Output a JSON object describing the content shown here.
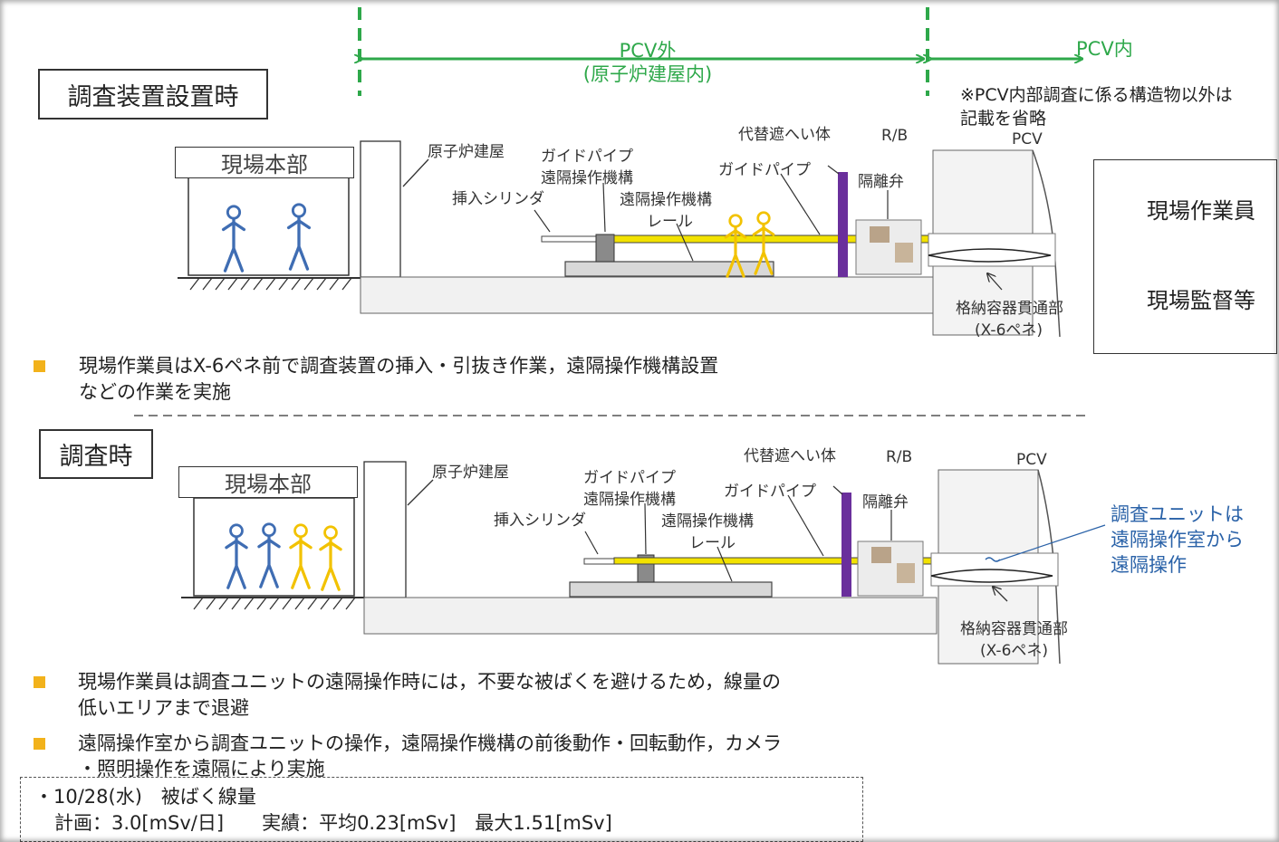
{
  "zones": {
    "outside_label": "PCV外",
    "outside_sub": "(原子炉建屋内)",
    "inside_label": "PCV内",
    "note_line1": "※PCV内部調査に係る構造物以外は",
    "note_line2": "記載を省略"
  },
  "panel1": {
    "title": "調査装置設置時",
    "hq": "現場本部",
    "reactor_building": "原子炉建屋",
    "guide_pipe_1": "ガイドパイプ",
    "remote_mech_1": "遠隔操作機構",
    "insert_cylinder": "挿入シリンダ",
    "remote_mech_rail_1": "遠隔操作機構",
    "rail": "レール",
    "shield": "代替遮へい体",
    "guide_pipe_2": "ガイドパイプ",
    "rb": "R/B",
    "isolation_valve": "隔離弁",
    "pcv": "PCV",
    "penetration_1": "格納容器貫通部",
    "penetration_2": "(X-6ペネ)"
  },
  "legend": {
    "worker": "現場作業員",
    "supervisor": "現場監督等",
    "worker_color": "#f2c200",
    "supervisor_color": "#3f6db3"
  },
  "bullet1": {
    "line1": "現場作業員はX-6ペネ前で調査装置の挿入・引抜き作業，遠隔操作機構設置",
    "line2": "などの作業を実施"
  },
  "panel2": {
    "title": "調査時",
    "hq": "現場本部",
    "reactor_building": "原子炉建屋",
    "guide_pipe_1": "ガイドパイプ",
    "remote_mech_1": "遠隔操作機構",
    "insert_cylinder": "挿入シリンダ",
    "remote_mech_rail_1": "遠隔操作機構",
    "rail": "レール",
    "shield": "代替遮へい体",
    "guide_pipe_2": "ガイドパイプ",
    "rb": "R/B",
    "isolation_valve": "隔離弁",
    "pcv": "PCV",
    "penetration_1": "格納容器貫通部",
    "penetration_2": "(X-6ペネ)",
    "note1": "調査ユニットは",
    "note2": "遠隔操作室から",
    "note3": "遠隔操作"
  },
  "bullet2": {
    "line1": "現場作業員は調査ユニットの遠隔操作時には，不要な被ばくを避けるため，線量の",
    "line2": "低いエリアまで退避"
  },
  "bullet3": {
    "line1": "遠隔操作室から調査ユニットの操作，遠隔操作機構の前後動作・回転動作，カメラ",
    "line2": "・照明操作を遠隔により実施"
  },
  "dose": {
    "line1": "・10/28(水)　被ばく線量",
    "line2": "計画：3.0[mSv/日]　　実績：平均0.23[mSv]　最大1.51[mSv]"
  }
}
